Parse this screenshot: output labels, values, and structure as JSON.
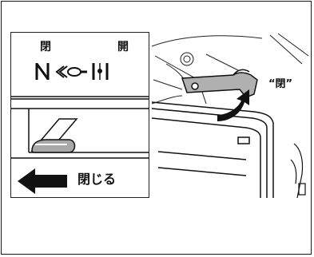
{
  "left_panel": {
    "label_left": "閉",
    "label_right": "開",
    "arrow_label": "閉じる"
  },
  "right_panel": {
    "callout_label": "“閉”"
  },
  "colors": {
    "ink": "#111111",
    "border": "#1a1a1a",
    "shade": "#9a9a9a"
  },
  "icons": [
    "lock-closed-icon",
    "key-arrow-icon",
    "lock-open-icon",
    "arrow-left-icon",
    "curved-arrow-icon"
  ]
}
